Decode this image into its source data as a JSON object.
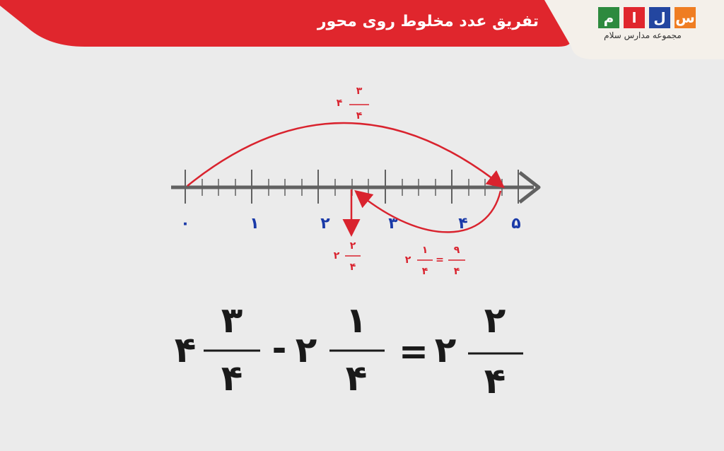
{
  "header": {
    "title": "تفریق عدد مخلوط روی محور",
    "logo_letters": [
      "س",
      "ل",
      "ا",
      "م"
    ],
    "logo_subtitle": "مجموعه مدارس سلام",
    "colors": {
      "banner": "#e0262d",
      "logo_orange": "#ef7d22",
      "logo_blue": "#2346a0",
      "logo_red": "#e0262d",
      "logo_green": "#2d8a3e"
    }
  },
  "number_line": {
    "labels": [
      "۰",
      "۱",
      "۲",
      "۳",
      "۴",
      "۵"
    ],
    "axis_color": "#616161",
    "label_color": "#1a3aa8",
    "arc_color": "#d9232e"
  },
  "annotations": {
    "forward_arc": {
      "whole": "۴",
      "numerator": "۳",
      "denominator": "۴"
    },
    "result_arrow": {
      "whole": "۲",
      "numerator": "۲",
      "denominator": "۴"
    },
    "backward_arc": {
      "whole": "۲",
      "numerator": "۱",
      "denominator": "۴",
      "equals": "=",
      "improper_numerator": "۹",
      "improper_denominator": "۴"
    }
  },
  "equation": {
    "term1": {
      "whole": "۴",
      "numerator": "۳",
      "denominator": "۴"
    },
    "minus": "-",
    "term2": {
      "whole": "۲",
      "numerator": "۱",
      "denominator": "۴"
    },
    "equals": "=",
    "result": {
      "whole": "۲",
      "numerator": "۲",
      "denominator": "۴"
    }
  }
}
